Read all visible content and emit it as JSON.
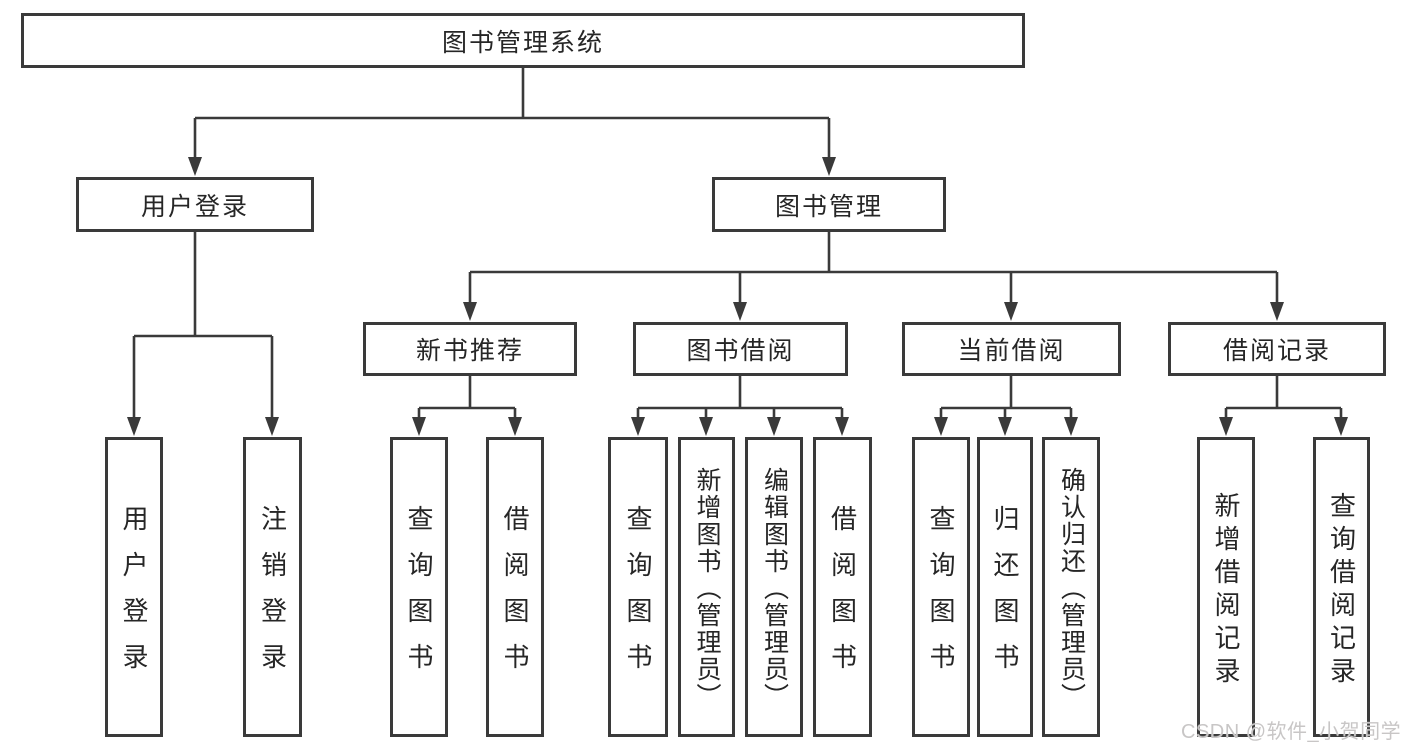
{
  "diagram_type": "hierarchy-tree",
  "colors": {
    "line": "#3a3a3a",
    "box_border": "#3a3a3a",
    "box_background": "#ffffff",
    "label_text": "#262626",
    "watermark_text": "#c8c6c6"
  },
  "tree": {
    "label": "图书管理系统",
    "children": [
      {
        "label": "用户登录",
        "children": [
          {
            "label": "用户登录"
          },
          {
            "label": "注销登录"
          }
        ]
      },
      {
        "label": "图书管理",
        "children": [
          {
            "label": "新书推荐",
            "children": [
              {
                "label": "查询图书"
              },
              {
                "label": "借阅图书"
              }
            ]
          },
          {
            "label": "图书借阅",
            "children": [
              {
                "label": "查询图书"
              },
              {
                "label": "新增图书（管理员）"
              },
              {
                "label": "编辑图书（管理员）"
              },
              {
                "label": "借阅图书"
              }
            ]
          },
          {
            "label": "当前借阅",
            "children": [
              {
                "label": "查询图书"
              },
              {
                "label": "归还图书"
              },
              {
                "label": "确认归还（管理员）"
              }
            ]
          },
          {
            "label": "借阅记录",
            "children": [
              {
                "label": "新增借阅记录"
              },
              {
                "label": "查询借阅记录"
              }
            ]
          }
        ]
      }
    ]
  },
  "watermark": {
    "text": "CSDN @软件_小贺同学"
  }
}
